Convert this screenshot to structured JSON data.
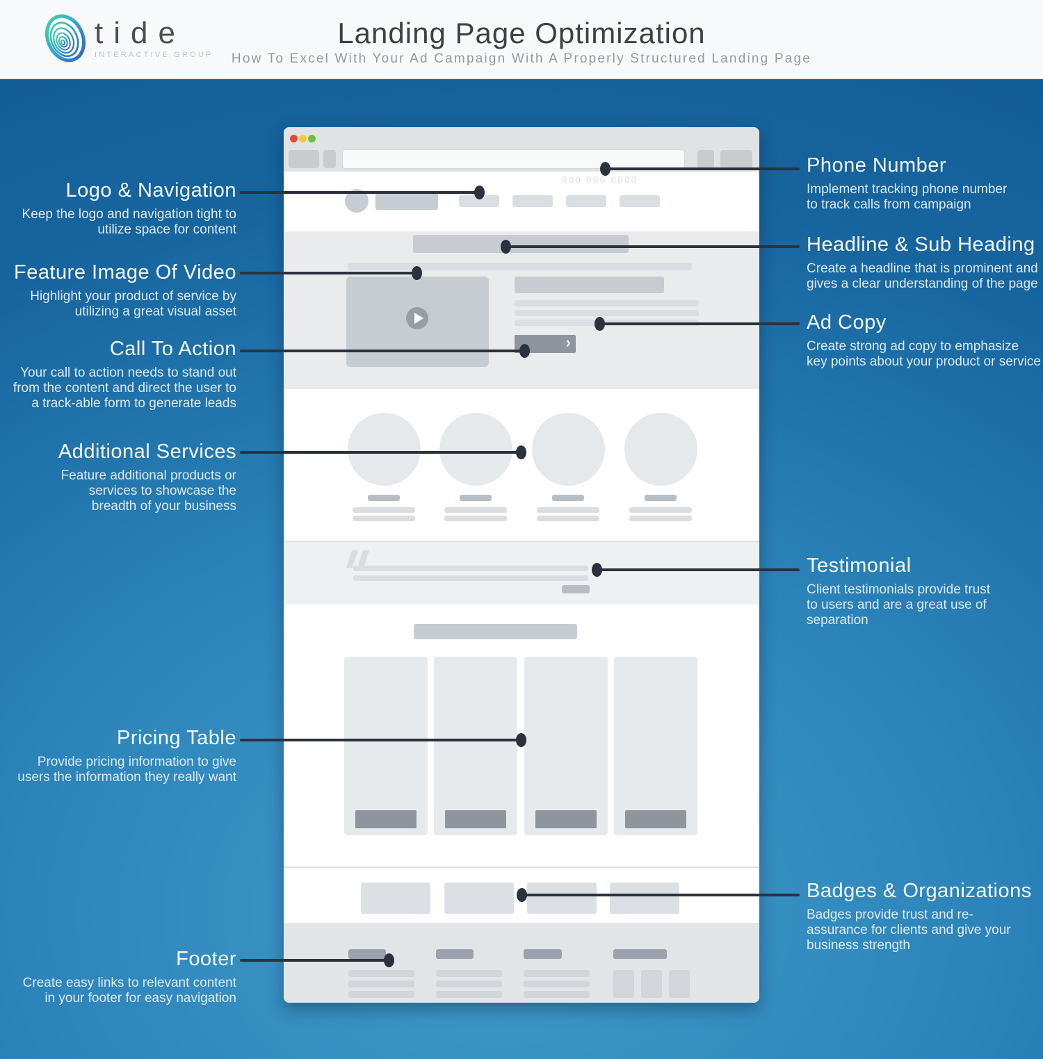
{
  "header": {
    "logo_name": "tide",
    "logo_tagline": "INTERACTIVE GROUP",
    "title": "Landing Page Optimization",
    "subtitle": "How To Excel With Your Ad Campaign With A Properly Structured Landing Page"
  },
  "annotations": {
    "left": [
      {
        "title": "Logo & Navigation",
        "desc": "Keep the logo and navigation tight to utilize space for content"
      },
      {
        "title": "Feature Image Of Video",
        "desc": "Highlight your product of service by utilizing a great visual asset"
      },
      {
        "title": "Call To Action",
        "desc": "Your call to action needs to stand out from the content and direct the user to a track-able form to generate leads"
      },
      {
        "title": "Additional Services",
        "desc": "Feature additional products or services to showcase the breadth of your business"
      },
      {
        "title": "Pricing Table",
        "desc": "Provide pricing information to give users the information they really want"
      },
      {
        "title": "Footer",
        "desc": "Create easy links to relevant content in your footer for easy navigation"
      }
    ],
    "right": [
      {
        "title": "Phone Number",
        "desc": "Implement tracking phone number to track calls from campaign"
      },
      {
        "title": "Headline & Sub Heading",
        "desc": "Create a headline that is prominent and gives a clear understanding of the page"
      },
      {
        "title": "Ad Copy",
        "desc": "Create strong ad copy to emphasize key points about your product or service"
      },
      {
        "title": "Testimonial",
        "desc": "Client testimonials provide trust to users and are a great use of separation"
      },
      {
        "title": "Badges & Organizations",
        "desc": "Badges provide trust and re-assurance for clients and give your business strength"
      }
    ]
  },
  "wireframe": {
    "phone_placeholder": "000 000 0000"
  },
  "colors": {
    "background_blue_dark": "#125d98",
    "background_blue_light": "#429bca",
    "banner_bg": "#f8f9fa",
    "connector": "#2b323d",
    "traffic_red": "#e2463a",
    "traffic_yellow": "#f0ca36",
    "traffic_green": "#6fbf3d",
    "logo_teal": "#3ecf9e",
    "logo_blue": "#2f6fc2",
    "wireframe_mid_gray": "#c7ccd2",
    "wireframe_dark_gray": "#8e959d"
  }
}
